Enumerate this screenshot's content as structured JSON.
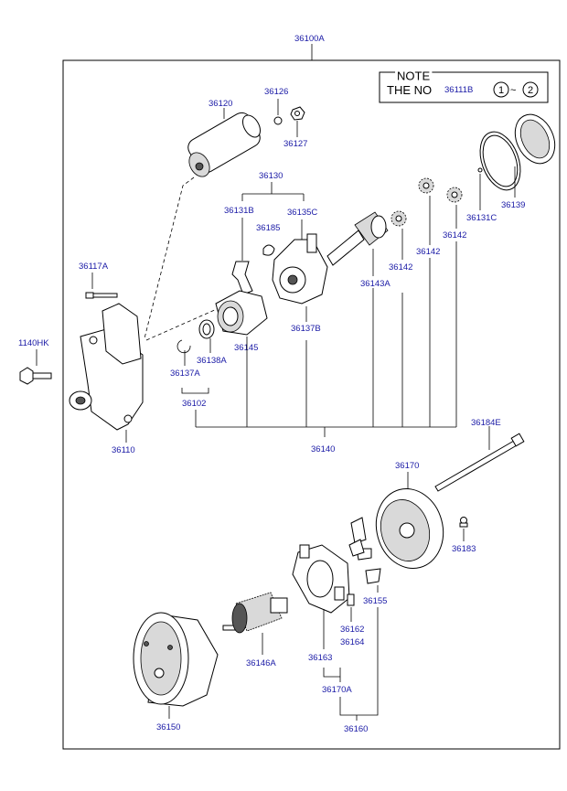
{
  "note": {
    "title": "NOTE",
    "line": "THE NO",
    "part": "36111B",
    "range_start": "1",
    "range_sep": "~",
    "range_end": "2"
  },
  "parts": {
    "p36100A": "36100A",
    "p36120": "36120",
    "p36126": "36126",
    "p36127": "36127",
    "p36130": "36130",
    "p36131B": "36131B",
    "p36135C": "36135C",
    "p36185": "36185",
    "p36117A": "36117A",
    "p1140HK": "1140HK",
    "p36110": "36110",
    "p36145": "36145",
    "p36138A": "36138A",
    "p36137A": "36137A",
    "p36102": "36102",
    "p36137B": "36137B",
    "p36143A": "36143A",
    "p36142a": "36142",
    "p36142b": "36142",
    "p36142c": "36142",
    "p36131C": "36131C",
    "p36139": "36139",
    "p36140": "36140",
    "p36184E": "36184E",
    "p36170": "36170",
    "p36183": "36183",
    "p36155": "36155",
    "p36162": "36162",
    "p36164": "36164",
    "p36163": "36163",
    "p36146A": "36146A",
    "p36170A": "36170A",
    "p36150": "36150",
    "p36160": "36160"
  }
}
